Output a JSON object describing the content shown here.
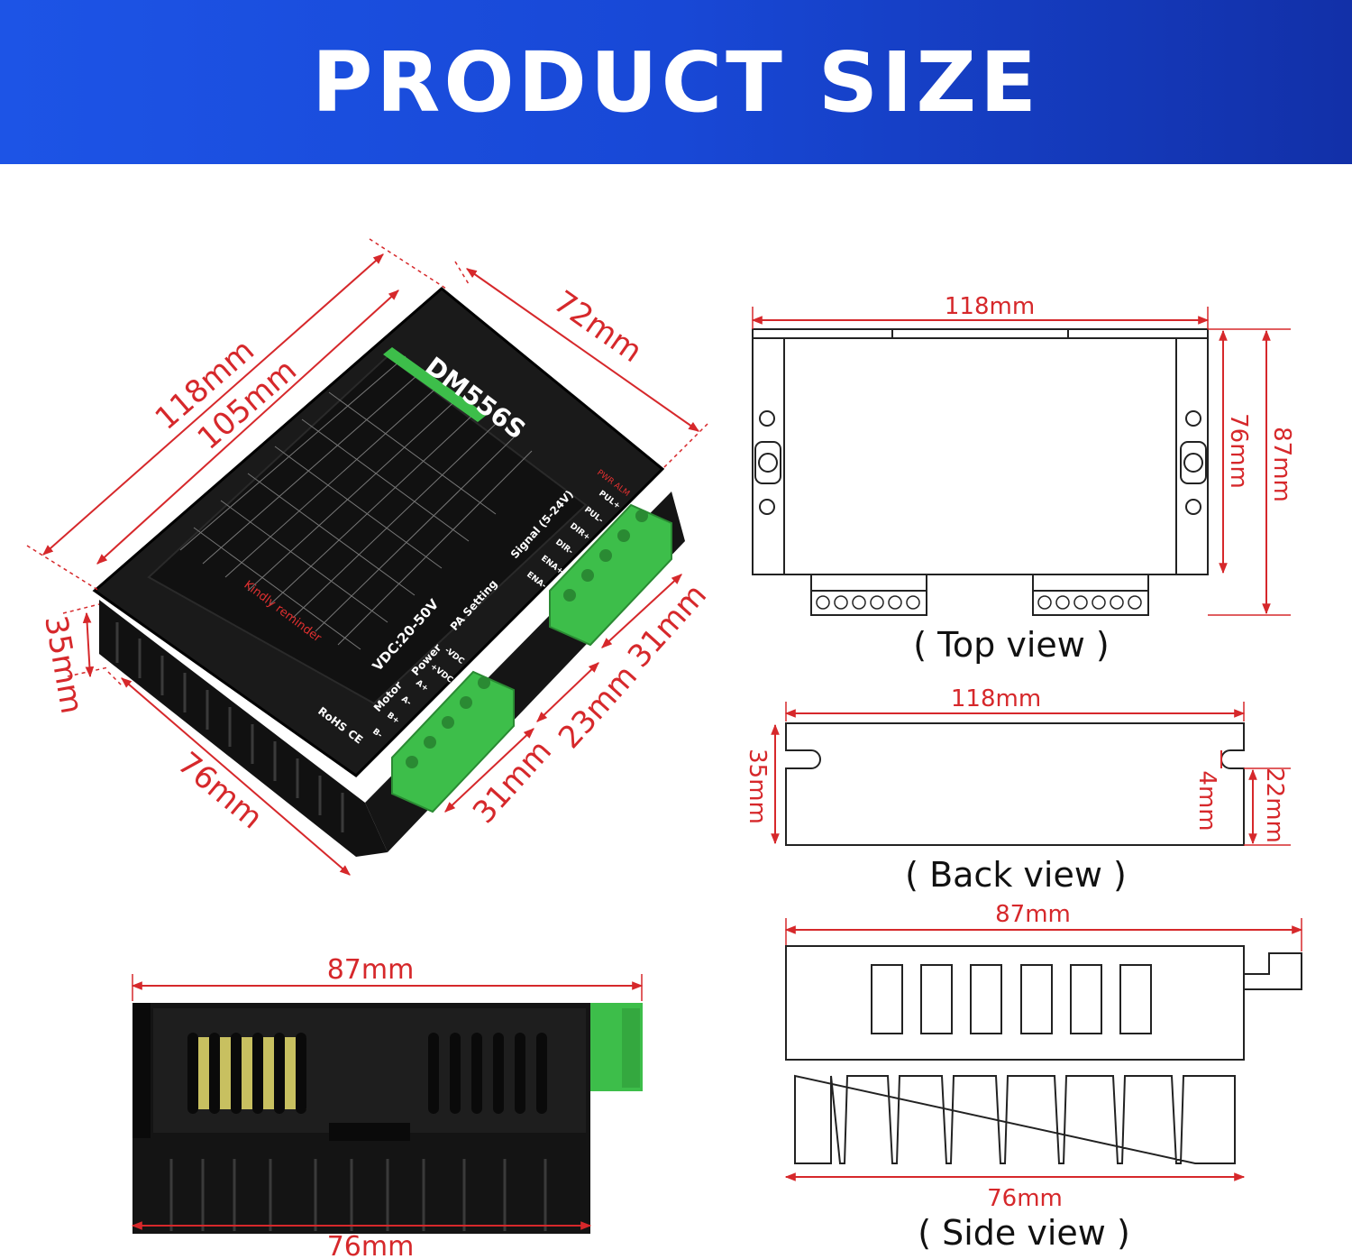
{
  "header": {
    "title": "PRODUCT SIZE"
  },
  "product": {
    "model": "DM556S",
    "voltage": "VDC:20-50V",
    "reminder": "Kindly reminder",
    "rohs": "RoHS",
    "ce": "CE",
    "signal_label": "Signal (5-24V)",
    "pa_label": "PA Setting",
    "power_label": "Power",
    "motor_label": "Motor",
    "signal_terminals": [
      "PUL+",
      "PUL-",
      "DIR+",
      "DIR-",
      "ENA+",
      "ENA-"
    ],
    "power_terminals": [
      "-VDC",
      "+VDC",
      "A+",
      "A-",
      "B+",
      "B-"
    ],
    "led_labels": "PWR ALM"
  },
  "iso_view": {
    "dims": {
      "length_outer": "118mm",
      "length_inner": "105mm",
      "width": "72mm",
      "height": "35mm",
      "bottom_width": "76mm",
      "spacing_right": "31mm",
      "spacing_mid": "23mm",
      "spacing_left": "31mm"
    }
  },
  "top_view": {
    "caption": "( Top view )",
    "dims": {
      "length": "118mm",
      "inner_height": "76mm",
      "outer_height": "87mm"
    }
  },
  "back_view": {
    "caption": "( Back view )",
    "dims": {
      "length": "118mm",
      "height": "35mm",
      "slot": "4mm",
      "slot_height": "22mm"
    }
  },
  "side_view": {
    "caption": "( Side view )",
    "dims": {
      "top": "87mm",
      "bottom": "76mm"
    }
  },
  "front_photo": {
    "dims": {
      "top": "87mm",
      "bottom": "76mm"
    }
  },
  "colors": {
    "banner": "#1d54e6",
    "dimension": "#d6282b",
    "terminal": "#3dbe4a",
    "body": "#1a1a1a"
  }
}
